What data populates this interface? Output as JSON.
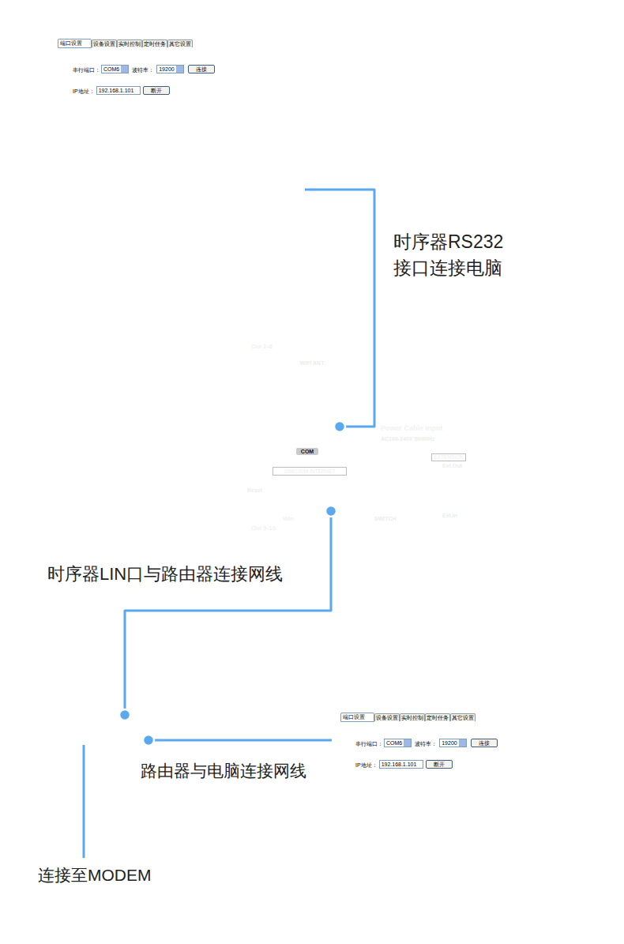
{
  "diagram": {
    "nodes": [
      {
        "text": [
          "端口设置",
          "设备设置",
          "实时控制",
          "定时任务",
          "其它设置",
          "串行端口：",
          "COM6",
          "波特率：",
          "19200",
          "连接",
          "IP地址：",
          "192.168.1.101",
          "断开"
        ]
      },
      {
        "text": [
          "Out 1-8",
          "WIFI ANT",
          "Power Cable Input",
          "AC100-240V 50/60Hz",
          "Reset",
          "Win",
          "Out 9-16",
          "SWITCH",
          "EXTENSION",
          "Ext.Out",
          "Ext.In"
        ]
      },
      {
        "text": [
          "COM"
        ],
        "in": 1
      },
      {
        "text": [
          "10M/100M INTERNET"
        ],
        "in": 1
      },
      {
        "text": []
      },
      {
        "text": [
          "端口设置",
          "设备设置",
          "实时控制",
          "定时任务",
          "其它设置",
          "串行端口：",
          "COM6",
          "波特率：",
          "19200",
          "连接",
          "IP地址：",
          "192.168.1.101",
          "断开"
        ]
      }
    ],
    "edges": [
      {
        "from": 0,
        "to": 2,
        "arrow": "none",
        "label": "时序器RS232 接口连接电脑"
      },
      {
        "from": 3,
        "to": 4,
        "arrow": "none",
        "label": "时序器LIN口与路由器连接网线"
      },
      {
        "from": 4,
        "to": 5,
        "arrow": "none",
        "label": "路由器与电脑连接网线"
      }
    ],
    "labels": [
      "连接至MODEM"
    ]
  }
}
